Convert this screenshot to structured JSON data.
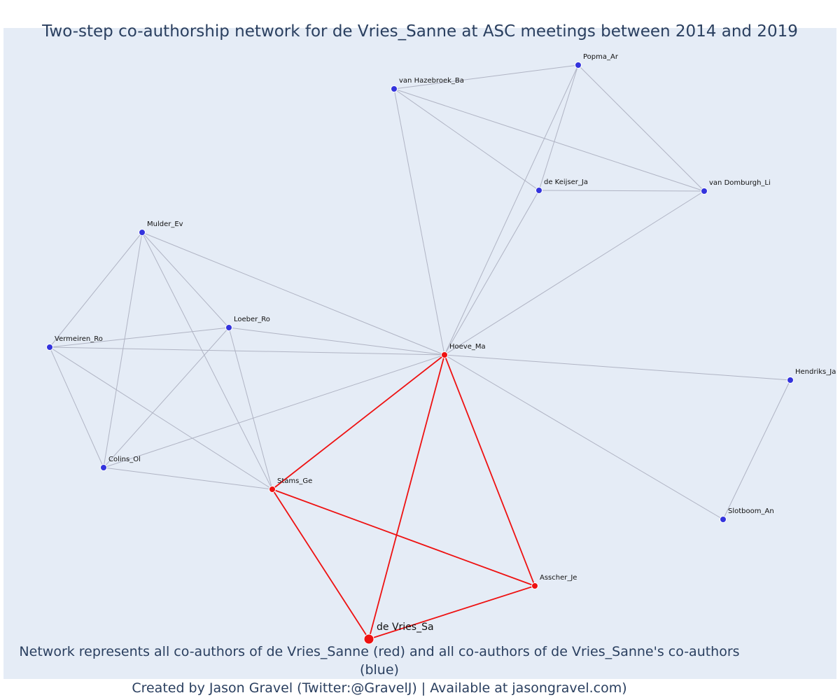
{
  "title": "Two-step co-authorship network for de Vries_Sanne at ASC meetings between 2014 and 2019",
  "caption": {
    "line1": "Network represents all co-authors of de Vries_Sanne (red) and all co-authors of de Vries_Sanne's co-authors (blue)",
    "line2": "Created by Jason Gravel (Twitter:@GravelJ) | Available at jasongravel.com)"
  },
  "colors": {
    "background": "#e5ecf6",
    "first_step": "#ee1111",
    "second_step": "#3333dd",
    "first_edge": "#ee1111",
    "second_edge": "#b0b4c4",
    "title": "#2a3f5f"
  },
  "nodes": [
    {
      "id": "de Vries_Sa",
      "group": "ego"
    },
    {
      "id": "Hoeve_Ma",
      "group": "first"
    },
    {
      "id": "Stams_Ge",
      "group": "first"
    },
    {
      "id": "Asscher_Je",
      "group": "first"
    },
    {
      "id": "Popma_Ar",
      "group": "second"
    },
    {
      "id": "van Hazebroek_Ba",
      "group": "second"
    },
    {
      "id": "de Keijser_Ja",
      "group": "second"
    },
    {
      "id": "van Domburgh_Li",
      "group": "second"
    },
    {
      "id": "Mulder_Ev",
      "group": "second"
    },
    {
      "id": "Loeber_Ro",
      "group": "second"
    },
    {
      "id": "Vermeiren_Ro",
      "group": "second"
    },
    {
      "id": "Colins_Ol",
      "group": "second"
    },
    {
      "id": "Hendriks_Ja",
      "group": "second"
    },
    {
      "id": "Slotboom_An",
      "group": "second"
    }
  ],
  "edges": [
    [
      "de Vries_Sa",
      "Hoeve_Ma",
      "first"
    ],
    [
      "de Vries_Sa",
      "Stams_Ge",
      "first"
    ],
    [
      "de Vries_Sa",
      "Asscher_Je",
      "first"
    ],
    [
      "Stams_Ge",
      "Hoeve_Ma",
      "first"
    ],
    [
      "Stams_Ge",
      "Asscher_Je",
      "first"
    ],
    [
      "Hoeve_Ma",
      "Asscher_Je",
      "first"
    ],
    [
      "Hoeve_Ma",
      "van Hazebroek_Ba",
      "second"
    ],
    [
      "Hoeve_Ma",
      "Popma_Ar",
      "second"
    ],
    [
      "Hoeve_Ma",
      "de Keijser_Ja",
      "second"
    ],
    [
      "Hoeve_Ma",
      "van Domburgh_Li",
      "second"
    ],
    [
      "Hoeve_Ma",
      "Mulder_Ev",
      "second"
    ],
    [
      "Hoeve_Ma",
      "Loeber_Ro",
      "second"
    ],
    [
      "Hoeve_Ma",
      "Vermeiren_Ro",
      "second"
    ],
    [
      "Hoeve_Ma",
      "Colins_Ol",
      "second"
    ],
    [
      "Hoeve_Ma",
      "Hendriks_Ja",
      "second"
    ],
    [
      "Hoeve_Ma",
      "Slotboom_An",
      "second"
    ],
    [
      "van Hazebroek_Ba",
      "Popma_Ar",
      "second"
    ],
    [
      "van Hazebroek_Ba",
      "de Keijser_Ja",
      "second"
    ],
    [
      "van Hazebroek_Ba",
      "van Domburgh_Li",
      "second"
    ],
    [
      "Popma_Ar",
      "de Keijser_Ja",
      "second"
    ],
    [
      "Popma_Ar",
      "van Domburgh_Li",
      "second"
    ],
    [
      "de Keijser_Ja",
      "van Domburgh_Li",
      "second"
    ],
    [
      "Mulder_Ev",
      "Vermeiren_Ro",
      "second"
    ],
    [
      "Mulder_Ev",
      "Colins_Ol",
      "second"
    ],
    [
      "Mulder_Ev",
      "Loeber_Ro",
      "second"
    ],
    [
      "Mulder_Ev",
      "Stams_Ge",
      "second"
    ],
    [
      "Vermeiren_Ro",
      "Loeber_Ro",
      "second"
    ],
    [
      "Vermeiren_Ro",
      "Colins_Ol",
      "second"
    ],
    [
      "Vermeiren_Ro",
      "Stams_Ge",
      "second"
    ],
    [
      "Loeber_Ro",
      "Colins_Ol",
      "second"
    ],
    [
      "Loeber_Ro",
      "Stams_Ge",
      "second"
    ],
    [
      "Colins_Ol",
      "Stams_Ge",
      "second"
    ],
    [
      "Hendriks_Ja",
      "Slotboom_An",
      "second"
    ]
  ]
}
